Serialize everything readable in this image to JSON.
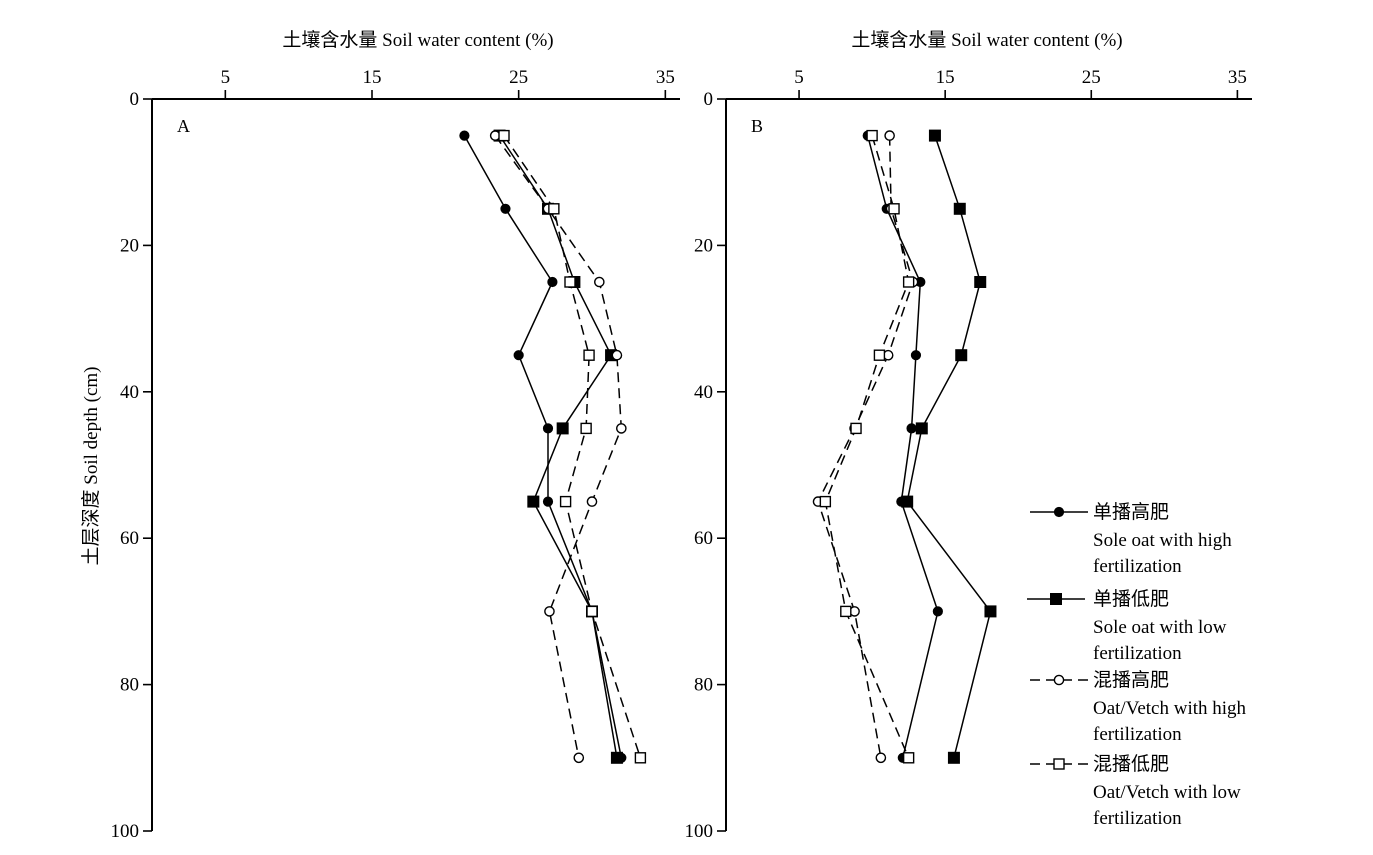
{
  "chart_data": [
    {
      "type": "line",
      "panel_label": "A",
      "xlabel": "土壤含水量 Soil water content (%)",
      "ylabel": "土层深度 Soil depth (cm)",
      "xlim": [
        0,
        36
      ],
      "ylim": [
        100,
        0
      ],
      "x_ticks": [
        5,
        15,
        25,
        35
      ],
      "y_ticks": [
        0,
        20,
        40,
        60,
        80,
        100
      ],
      "x_axis_position": "top",
      "grid": false,
      "depths": [
        5,
        15,
        25,
        35,
        45,
        55,
        70,
        90
      ],
      "series": [
        {
          "legend_index": 0,
          "values": [
            21.3,
            24.1,
            27.3,
            25.0,
            27.0,
            27.0,
            30.0,
            32.0
          ]
        },
        {
          "legend_index": 1,
          "values": [
            23.7,
            27.0,
            28.8,
            31.3,
            28.0,
            26.0,
            30.0,
            31.7
          ]
        },
        {
          "legend_index": 2,
          "values": [
            23.4,
            27.0,
            30.5,
            31.7,
            32.0,
            30.0,
            27.1,
            29.1
          ]
        },
        {
          "legend_index": 3,
          "values": [
            24.0,
            27.4,
            28.5,
            29.8,
            29.6,
            28.2,
            30.0,
            33.3
          ]
        }
      ]
    },
    {
      "type": "line",
      "panel_label": "B",
      "xlabel": "土壤含水量 Soil water content (%)",
      "ylabel": "",
      "xlim": [
        0,
        36
      ],
      "ylim": [
        100,
        0
      ],
      "x_ticks": [
        5,
        15,
        25,
        35
      ],
      "y_ticks": [
        0,
        20,
        40,
        60,
        80,
        100
      ],
      "x_axis_position": "top",
      "grid": false,
      "depths": [
        5,
        15,
        25,
        35,
        45,
        55,
        70,
        90
      ],
      "series": [
        {
          "legend_index": 0,
          "values": [
            9.7,
            11.0,
            13.3,
            13.0,
            12.7,
            12.0,
            14.5,
            12.1
          ]
        },
        {
          "legend_index": 1,
          "values": [
            14.3,
            16.0,
            17.4,
            16.1,
            13.4,
            12.4,
            18.1,
            15.6
          ]
        },
        {
          "legend_index": 2,
          "values": [
            11.2,
            11.3,
            12.8,
            11.1,
            8.8,
            6.3,
            8.8,
            10.6
          ]
        },
        {
          "legend_index": 3,
          "values": [
            10.0,
            11.5,
            12.5,
            10.5,
            8.9,
            6.8,
            8.2,
            12.5
          ]
        }
      ]
    }
  ],
  "legend": {
    "placement": "right, inside panel B",
    "entries": [
      {
        "chinese": "单播高肥",
        "english": [
          "Sole oat with high",
          "fertilization"
        ],
        "line": "solid",
        "marker": "filled-circle",
        "color": "#000000"
      },
      {
        "chinese": "单播低肥",
        "english": [
          "Sole oat with low",
          "fertilization"
        ],
        "line": "solid",
        "marker": "filled-square",
        "color": "#000000"
      },
      {
        "chinese": "混播高肥",
        "english": [
          "Oat/Vetch with high",
          "fertilization"
        ],
        "line": "dashed",
        "marker": "open-circle",
        "color": "#000000"
      },
      {
        "chinese": "混播低肥",
        "english": [
          "Oat/Vetch with low",
          "fertilization"
        ],
        "line": "dashed",
        "marker": "open-square",
        "color": "#000000"
      }
    ]
  },
  "colors": {
    "ink": "#000000",
    "background": "#ffffff"
  }
}
